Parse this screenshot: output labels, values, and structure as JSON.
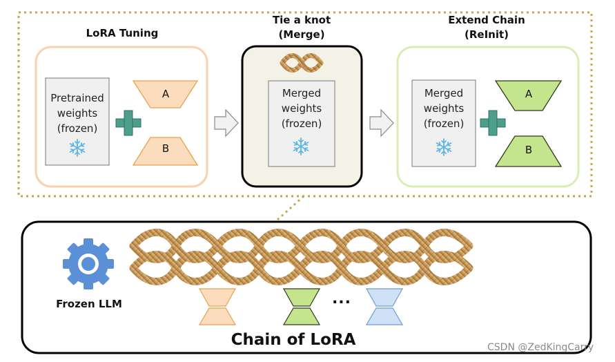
{
  "stages": {
    "lora": {
      "title": "LoRA Tuning",
      "weights": [
        "Pretrained",
        "weights",
        "(frozen)"
      ],
      "adapter_top": "A",
      "adapter_bottom": "B"
    },
    "merge": {
      "title_line1": "Tie a knot",
      "title_line2": "(Merge)",
      "weights": [
        "Merged",
        "weights",
        "(frozen)"
      ]
    },
    "extend": {
      "title_line1": "Extend Chain",
      "title_line2": "(ReInit)",
      "weights": [
        "Merged",
        "weights",
        "(frozen)"
      ],
      "adapter_top": "A",
      "adapter_bottom": "B"
    }
  },
  "bottom": {
    "llm_label": "Frozen LLM",
    "ellipsis": "...",
    "title": "Chain of LoRA"
  },
  "watermark": "CSDN @ZedKingCarry",
  "colors": {
    "lora_box": "#f9d1ad",
    "lora_adapter": "#fbdcbc",
    "lora_adapter_stroke": "#e8a04b",
    "merge_box_fill": "#f4f1e6",
    "extend_box": "#d8eeb2",
    "extend_adapter": "#c4e48e",
    "extend_adapter_stroke": "#2f3a1c",
    "plus": "#4e9e8c",
    "snowflake": "#5fb6e6",
    "gear": "#5b8fd6",
    "blue_adapter": "#cfe1f6",
    "blue_adapter_stroke": "#6f9bd6",
    "dotted": "#c9a64a",
    "rope": "#c99a58"
  },
  "icons": [
    "snowflake-icon",
    "plus-icon",
    "arrow-right-icon",
    "knot-icon",
    "gear-icon",
    "rope-chain-icon"
  ]
}
